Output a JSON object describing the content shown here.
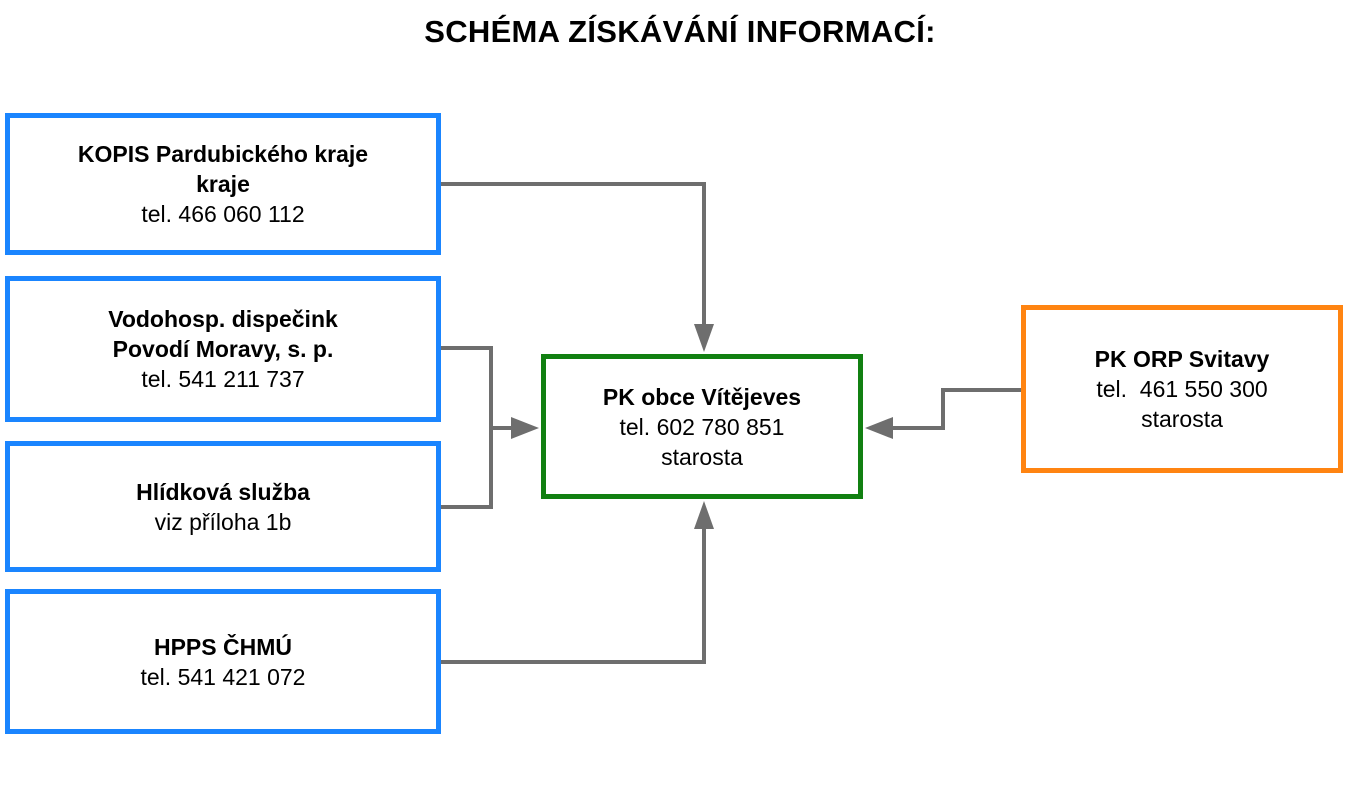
{
  "title": "SCHÉMA ZÍSKÁVÁNÍ INFORMACÍ:",
  "colors": {
    "source_border": "#1a85ff",
    "central_border": "#118011",
    "orp_border": "#ff8411",
    "connector": "#6e6e6e"
  },
  "nodes": {
    "kopis": {
      "name_line1": "KOPIS Pardubického kraje",
      "name_line2": "kraje",
      "phone": "tel. 466 060 112"
    },
    "vodohosp": {
      "name_line1": "Vodohosp. dispečink",
      "name_line2": "Povodí Moravy, s. p.",
      "phone": "tel. 541 211 737"
    },
    "hlidkova": {
      "name": "Hlídková služba",
      "note": "viz příloha 1b"
    },
    "hpps": {
      "name": "HPPS ČHMÚ",
      "phone": "tel. 541 421 072"
    },
    "central": {
      "name": "PK obce Vítějeves",
      "phone": "tel. 602 780 851",
      "role": "starosta"
    },
    "orp": {
      "name": "PK ORP Svitavy",
      "phone": "tel.  461 550 300",
      "role": "starosta"
    }
  }
}
